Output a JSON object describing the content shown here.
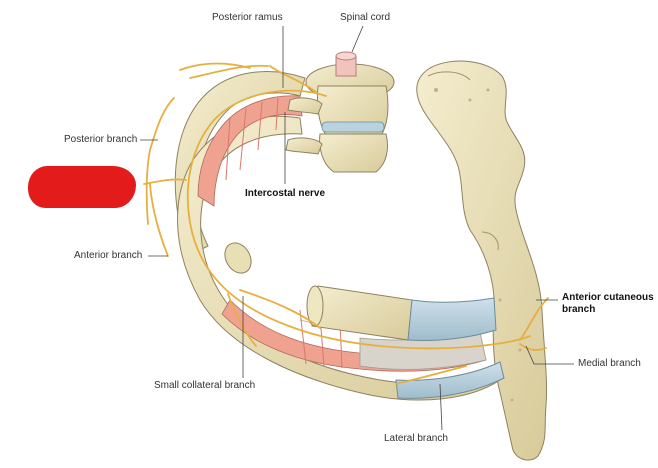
{
  "labels": {
    "posterior_ramus": "Posterior ramus",
    "spinal_cord": "Spinal cord",
    "posterior_branch": "Posterior branch",
    "intercostal_nerve": "Intercostal nerve",
    "anterior_branch": "Anterior branch",
    "anterior_cutaneous_line1": "Anterior cutaneous",
    "anterior_cutaneous_line2": "branch",
    "medial_branch": "Medial branch",
    "small_collateral_branch": "Small collateral branch",
    "lateral_branch": "Lateral branch"
  },
  "colors": {
    "bone": "#ece3bd",
    "bone_shadow": "#c9bc8c",
    "muscle": "#f0a291",
    "muscle_stripe": "#d9776a",
    "membrane": "#d8d4cc",
    "cartilage": "#b9d2df",
    "nerve": "#e6b040",
    "spinal_cord": "#f2c2bc",
    "redaction": "#e31b1b"
  }
}
